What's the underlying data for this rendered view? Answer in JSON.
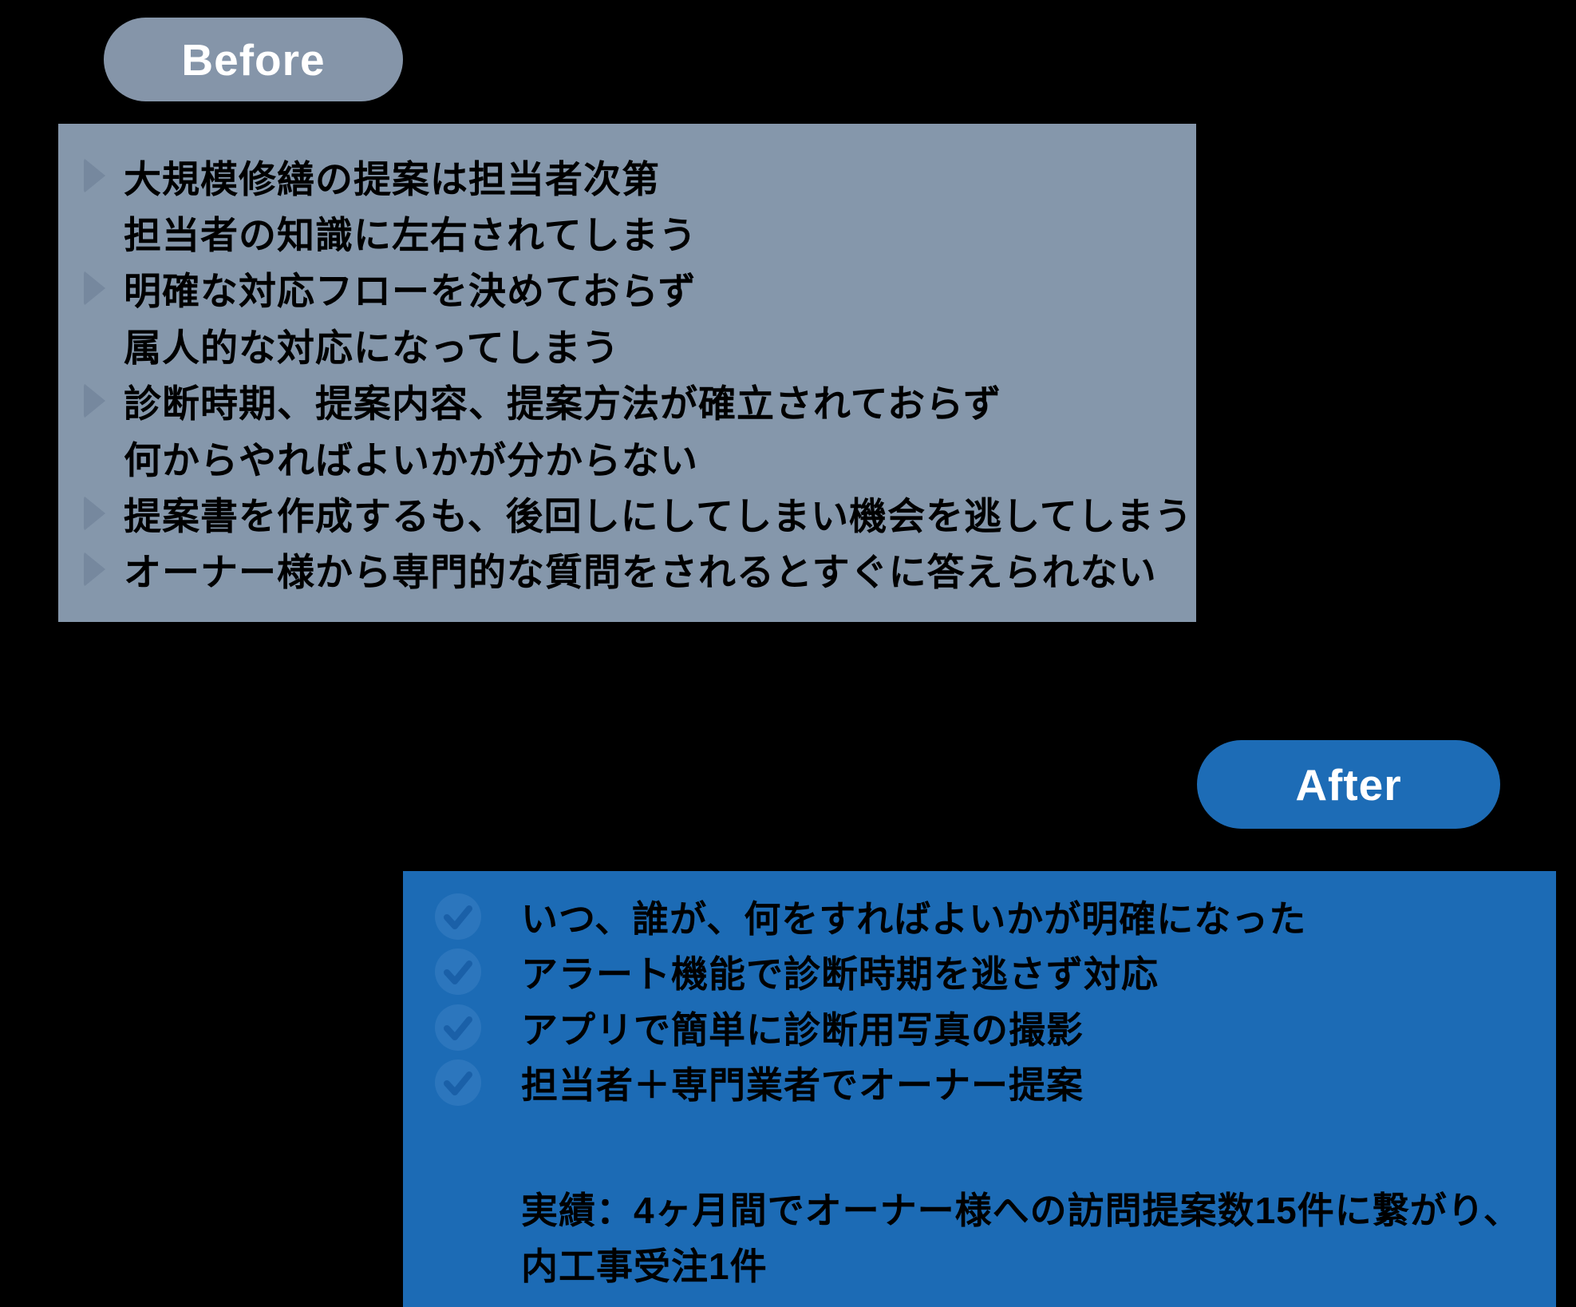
{
  "badges": {
    "before": "Before",
    "after": "After"
  },
  "colors": {
    "background": "#000000",
    "before_panel": "#8597AB",
    "before_badge": "#8595A9",
    "triangle_bullet": "#76889E",
    "after_panel": "#1C6BB5",
    "after_badge": "#1D6CB6",
    "check_circle": "#2C76BD",
    "check_mark": "#1A60A8",
    "text": "#000000",
    "badge_text": "#FFFFFF"
  },
  "before_box": {
    "lines": [
      {
        "text": "大規模修繕の提案は担当者次第",
        "marker": true
      },
      {
        "text": "担当者の知識に左右されてしまう",
        "marker": false
      },
      {
        "text": "明確な対応フローを決めておらず",
        "marker": true
      },
      {
        "text": "属人的な対応になってしまう",
        "marker": false
      },
      {
        "text": "診断時期、提案内容、提案方法が確立されておらず",
        "marker": true
      },
      {
        "text": "何からやればよいかが分からない",
        "marker": false
      },
      {
        "text": "提案書を作成するも、後回しにしてしまい機会を逃してしまう",
        "marker": true
      },
      {
        "text": "オーナー様から専門的な質問をされるとすぐに答えられない",
        "marker": true
      }
    ]
  },
  "after_box": {
    "items": [
      "いつ、誰が、何をすればよいかが明確になった",
      "アラート機能で診断時期を逃さず対応",
      "アプリで簡単に診断用写真の撮影",
      "担当者＋専門業者でオーナー提案"
    ],
    "result_lines": [
      "実績：4ヶ月間でオーナー様への訪問提案数15件に繋がり、",
      "内工事受注1件"
    ]
  }
}
